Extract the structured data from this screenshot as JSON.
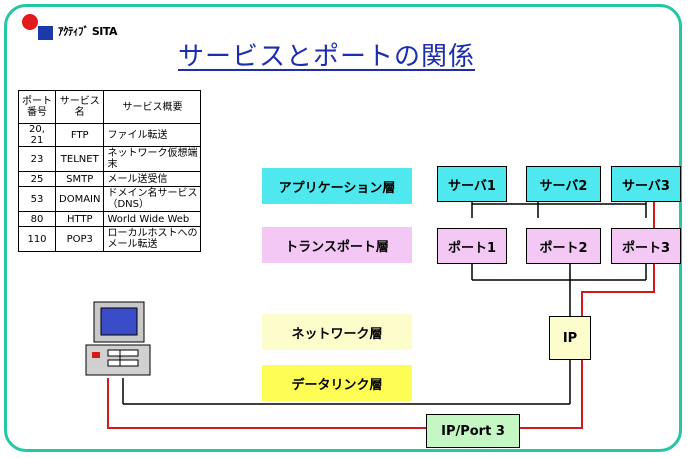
{
  "logo": {
    "text": "ｱｸﾃｨﾌﾞ SITA"
  },
  "title": "サービスとポートの関係",
  "port_table": {
    "headers": [
      "ポート番号",
      "サービス名",
      "サービス概要"
    ],
    "rows": [
      {
        "port": "20, 21",
        "service": "FTP",
        "desc": "ファイル転送"
      },
      {
        "port": "23",
        "service": "TELNET",
        "desc": "ネットワーク仮想端末"
      },
      {
        "port": "25",
        "service": "SMTP",
        "desc": "メール送受信"
      },
      {
        "port": "53",
        "service": "DOMAIN",
        "desc": "ドメイン名サービス（DNS）"
      },
      {
        "port": "80",
        "service": "HTTP",
        "desc": "World Wide Web"
      },
      {
        "port": "110",
        "service": "POP3",
        "desc": "ローカルホストへのメール転送"
      }
    ]
  },
  "layers": {
    "application": "アプリケーション層",
    "transport": "トランスポート層",
    "network": "ネットワーク層",
    "datalink": "データリンク層"
  },
  "servers": [
    "サーバ1",
    "サーバ2",
    "サーバ3"
  ],
  "ports": [
    "ポート1",
    "ポート2",
    "ポート3"
  ],
  "ip_label": "IP",
  "ip_port_label": "IP/Port 3",
  "colors": {
    "frame": "#23c7a4",
    "title": "#1d2db0",
    "application": "#4fe8ef",
    "transport": "#f3c8f4",
    "network": "#fdfccb",
    "datalink": "#fdfd55",
    "ip_port": "#c5f7c4",
    "route": "#d21a1a"
  }
}
